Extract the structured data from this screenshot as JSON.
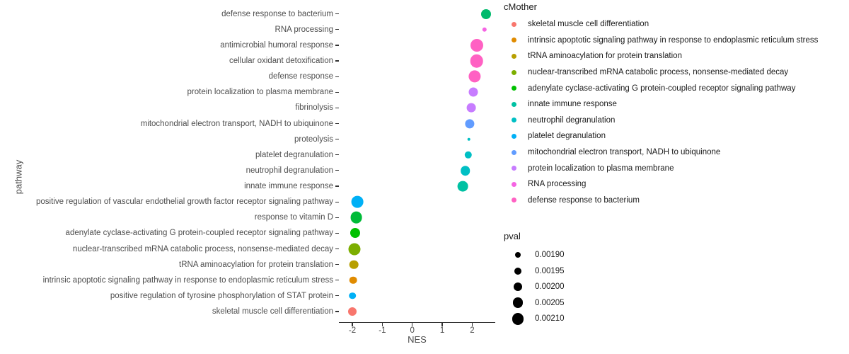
{
  "chart_data": {
    "type": "scatter",
    "title": "",
    "xlabel": "NES",
    "ylabel": "pathway",
    "xlim": [
      -2.45,
      2.77
    ],
    "ylim": [
      0,
      21
    ],
    "grid": false,
    "xticks": [
      -2,
      -1,
      0,
      1,
      2
    ],
    "xtick_labels": [
      "-2",
      "-1",
      "0",
      "1",
      "2"
    ],
    "categories": [
      "defense response to bacterium",
      "RNA processing",
      "antimicrobial humoral response",
      "cellular oxidant detoxification",
      "defense response",
      "protein localization to plasma membrane",
      "fibrinolysis",
      "mitochondrial electron transport, NADH to ubiquinone",
      "proteolysis",
      "platelet degranulation",
      "neutrophil degranulation",
      "innate immune response",
      "positive regulation of vascular endothelial growth factor receptor signaling pathway",
      "response to vitamin D",
      "adenylate cyclase-activating G protein-coupled receptor signaling pathway",
      "nuclear-transcribed mRNA catabolic process, nonsense-mediated decay",
      "tRNA aminoacylation for protein translation",
      "intrinsic apoptotic signaling pathway in response to endoplasmic reticulum stress",
      "positive regulation of tyrosine phosphorylation of STAT protein",
      "skeletal muscle cell differentiation"
    ],
    "points": [
      {
        "pathway": "defense response to bacterium",
        "NES": 2.46,
        "pval": 0.00205,
        "color": "#00BA6D",
        "radius": 7.0
      },
      {
        "pathway": "RNA processing",
        "NES": 2.41,
        "pval": 0.00189,
        "color": "#F564E3",
        "radius": 3.2
      },
      {
        "pathway": "antimicrobial humoral response",
        "NES": 2.15,
        "pval": 0.00209,
        "color": "#FF61C3",
        "radius": 9.0
      },
      {
        "pathway": "cellular oxidant detoxification",
        "NES": 2.15,
        "pval": 0.0021,
        "color": "#FF61C3",
        "radius": 9.3
      },
      {
        "pathway": "defense response",
        "NES": 2.08,
        "pval": 0.00208,
        "color": "#FF61C3",
        "radius": 8.6
      },
      {
        "pathway": "protein localization to plasma membrane",
        "NES": 2.03,
        "pval": 0.00202,
        "color": "#C77CFF",
        "radius": 6.5
      },
      {
        "pathway": "fibrinolysis",
        "NES": 1.96,
        "pval": 0.00202,
        "color": "#C77CFF",
        "radius": 6.4
      },
      {
        "pathway": "mitochondrial electron transport, NADH to ubiquinone",
        "NES": 1.91,
        "pval": 0.00202,
        "color": "#619CFF",
        "radius": 6.6
      },
      {
        "pathway": "proteolysis",
        "NES": 1.89,
        "pval": 0.00188,
        "color": "#00BFC4",
        "radius": 2.3
      },
      {
        "pathway": "platelet degranulation",
        "NES": 1.87,
        "pval": 0.00198,
        "color": "#00BFC4",
        "radius": 5.2
      },
      {
        "pathway": "neutrophil degranulation",
        "NES": 1.77,
        "pval": 0.00203,
        "color": "#00BFC4",
        "radius": 6.8
      },
      {
        "pathway": "innate immune response",
        "NES": 1.68,
        "pval": 0.00205,
        "color": "#00C1A3",
        "radius": 7.4
      },
      {
        "pathway": "positive regulation of vascular endothelial growth factor receptor signaling pathway",
        "NES": -1.83,
        "pval": 0.00208,
        "color": "#00B0F6",
        "radius": 8.4
      },
      {
        "pathway": "response to vitamin D",
        "NES": -1.87,
        "pval": 0.00208,
        "color": "#00BB38",
        "radius": 8.4
      },
      {
        "pathway": "adenylate cyclase-activating G protein-coupled receptor signaling pathway",
        "NES": -1.9,
        "pval": 0.00203,
        "color": "#00C000",
        "radius": 7.0
      },
      {
        "pathway": "nuclear-transcribed mRNA catabolic process, nonsense-mediated decay",
        "NES": -1.92,
        "pval": 0.00208,
        "color": "#7CAE00",
        "radius": 8.5
      },
      {
        "pathway": "tRNA aminoacylation for protein translation",
        "NES": -1.95,
        "pval": 0.00201,
        "color": "#B79F00",
        "radius": 6.3
      },
      {
        "pathway": "intrinsic apoptotic signaling pathway in response to endoplasmic reticulum stress",
        "NES": -1.97,
        "pval": 0.00196,
        "color": "#E08B00",
        "radius": 5.3
      },
      {
        "pathway": "positive regulation of tyrosine phosphorylation of STAT protein",
        "NES": -1.99,
        "pval": 0.00195,
        "color": "#00B0F6",
        "radius": 4.8
      },
      {
        "pathway": "skeletal muscle cell differentiation",
        "NES": -2.0,
        "pval": 0.002,
        "color": "#F8766D",
        "radius": 6.0
      }
    ]
  },
  "legend_color": {
    "title": "cMother",
    "items": [
      {
        "label": "skeletal muscle cell differentiation",
        "color": "#F8766D"
      },
      {
        "label": "intrinsic apoptotic signaling pathway in response to endoplasmic reticulum stress",
        "color": "#E08B00"
      },
      {
        "label": "tRNA aminoacylation for protein translation",
        "color": "#B79F00"
      },
      {
        "label": "nuclear-transcribed mRNA catabolic process, nonsense-mediated decay",
        "color": "#7CAE00"
      },
      {
        "label": "adenylate cyclase-activating G protein-coupled receptor signaling pathway",
        "color": "#00C000"
      },
      {
        "label": "innate immune response",
        "color": "#00C1A3"
      },
      {
        "label": "neutrophil degranulation",
        "color": "#00BFC4"
      },
      {
        "label": "platelet degranulation",
        "color": "#00B0F6"
      },
      {
        "label": "mitochondrial electron transport, NADH to ubiquinone",
        "color": "#619CFF"
      },
      {
        "label": "protein localization to plasma membrane",
        "color": "#C77CFF"
      },
      {
        "label": "RNA processing",
        "color": "#F564E3"
      },
      {
        "label": "defense response to bacterium",
        "color": "#FF61C3"
      }
    ]
  },
  "legend_size": {
    "title": "pval",
    "items": [
      {
        "label": "0.00190",
        "radius": 4.0
      },
      {
        "label": "0.00195",
        "radius": 5.0
      },
      {
        "label": "0.00200",
        "radius": 6.2
      },
      {
        "label": "0.00205",
        "radius": 7.3
      },
      {
        "label": "0.00210",
        "radius": 8.4
      }
    ]
  }
}
